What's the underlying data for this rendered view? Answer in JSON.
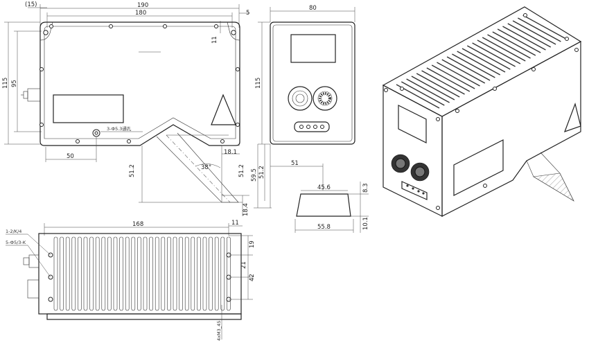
{
  "front_view": {
    "overall_width": "190",
    "hole_spacing": "180",
    "top_edge_offset": "5",
    "left_offset": "(15)",
    "overall_height": "115",
    "hole_height": "95",
    "top_hole_offset": "11",
    "bottom_hole_offset": "50",
    "mount_note": "3-Ф5.3通孔"
  },
  "side_view": {
    "width": "80",
    "height": "115",
    "dim_18_1": "18.1",
    "dim_51_2_left": "51.2",
    "dim_51_2_right": "51.2",
    "dim_59_5": "59.5",
    "dim_51": "51",
    "dim_18_4": "18.4",
    "angle": "38°"
  },
  "beam_view": {
    "top_width": "45.6",
    "bottom_width": "55.8",
    "top_thickness": "8.3",
    "bottom_thickness": "10.1"
  },
  "top_view": {
    "length": "168",
    "end_offset": "11",
    "label_a": "1-2/K/4",
    "label_b": "5-Ф5/3-K",
    "dim_19": "19",
    "dim_21": "21",
    "dim_42": "42",
    "bottom_note": "4xM3_45"
  }
}
